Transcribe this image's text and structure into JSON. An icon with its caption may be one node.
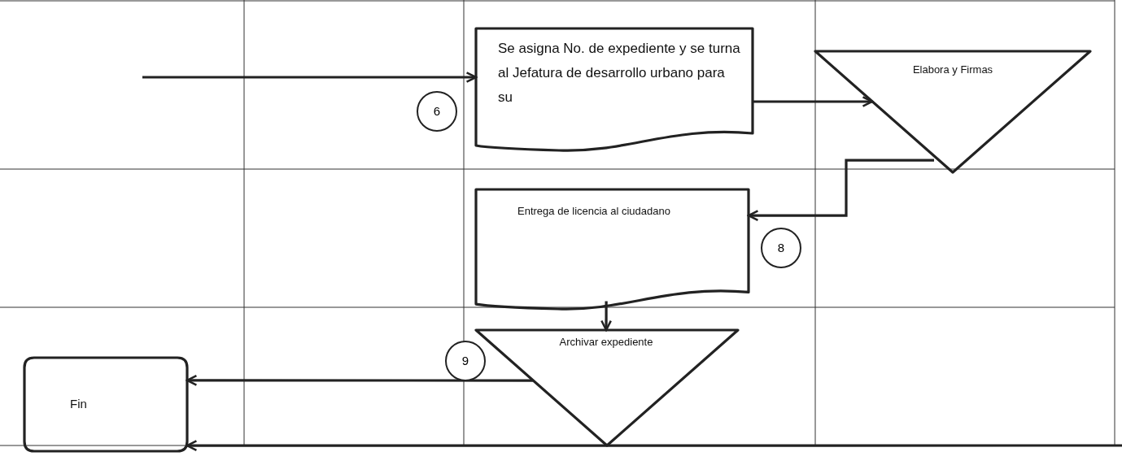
{
  "diagram": {
    "nodes": [
      {
        "text": [
          "Se asigna No. de expediente y se turna al Jefatura de desarrollo urbano para su"
        ]
      },
      {
        "text": [
          "Elabora  y  Firmas"
        ]
      },
      {
        "text": [
          "Entrega  de licencia al ciudadano"
        ]
      },
      {
        "text": [
          "Archivar expediente"
        ]
      },
      {
        "text": [
          "Fin"
        ]
      }
    ],
    "edges": [
      {
        "from": null,
        "to": 0,
        "arrow": "to"
      },
      {
        "from": 0,
        "to": 1,
        "arrow": "to"
      },
      {
        "from": 1,
        "to": 2,
        "arrow": "to"
      },
      {
        "from": 2,
        "to": 3,
        "arrow": "to"
      },
      {
        "from": 3,
        "to": 4,
        "arrow": "to"
      },
      {
        "from": null,
        "to": 4,
        "arrow": "to"
      }
    ],
    "labels": [
      "6",
      "8",
      "9"
    ]
  }
}
